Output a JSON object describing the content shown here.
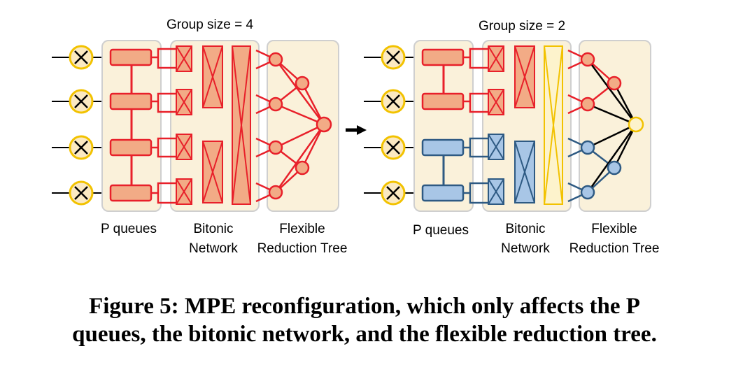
{
  "panels": [
    {
      "title": "Group size = 4",
      "labels": {
        "queues": "P queues",
        "bitonic_1": "Bitonic",
        "bitonic_2": "Network",
        "tree_1": "Flexible",
        "tree_2": "Reduction Tree"
      }
    },
    {
      "title": "Group size = 2",
      "labels": {
        "queues": "P queues",
        "bitonic_1": "Bitonic",
        "bitonic_2": "Network",
        "tree_1": "Flexible",
        "tree_2": "Reduction Tree"
      }
    }
  ],
  "caption": {
    "line1": "Figure 5: MPE reconfiguration, which only affects the P",
    "line2": "queues, the bitonic network, and the flexible reduction tree."
  },
  "colors": {
    "red": "#e8202a",
    "orange_fill": "#f2ab86",
    "blue": "#2e5a83",
    "blue_fill": "#a8c6e6",
    "yellow": "#f2c200",
    "panel_bg": "#faf1da",
    "panel_border": "#cfcfcf",
    "node_bg": "#fbe9c2"
  },
  "icons": [
    "multiply-circle-icon",
    "right-arrow-icon",
    "compare-swap-box-icon"
  ]
}
